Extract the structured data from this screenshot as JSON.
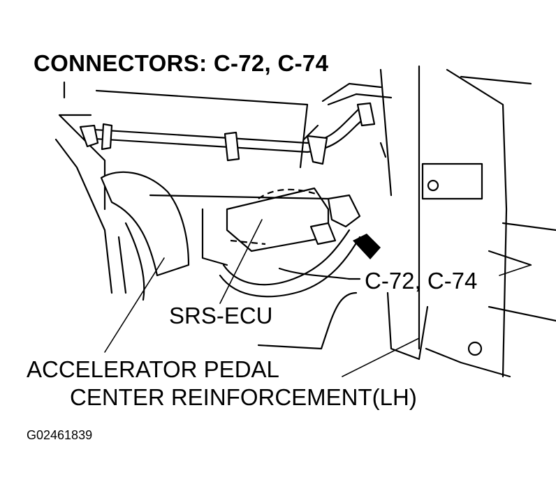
{
  "title": "CONNECTORS: C-72, C-74",
  "labels": {
    "connectors": "C-72, C-74",
    "srs_ecu": "SRS-ECU",
    "accelerator_pedal": "ACCELERATOR PEDAL",
    "center_reinforcement": "CENTER REINFORCEMENT(LH)"
  },
  "figure_id": "G02461839"
}
